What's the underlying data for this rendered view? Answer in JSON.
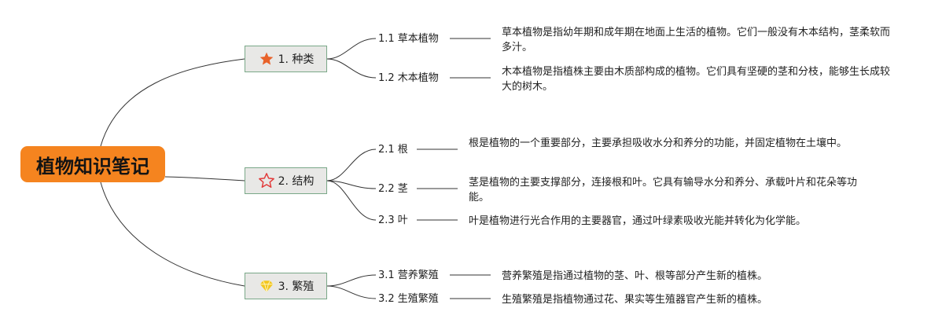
{
  "root": {
    "title": "植物知识笔记"
  },
  "colors": {
    "root_fill": "#f5841f",
    "topic_fill": "#e8e8e6",
    "topic_border": "#7aa888",
    "star_filled": "#e8622a",
    "star_outline": "#e23a3a",
    "gem": "#f2c61f"
  },
  "topics": [
    {
      "label": "1. 种类",
      "icon": "star-filled-icon",
      "children": [
        {
          "label": "1.1 草本植物",
          "desc": "草本植物是指幼年期和成年期在地面上生活的植物。它们一般没有木本结构，茎柔软而多汁。"
        },
        {
          "label": "1.2 木本植物",
          "desc": "木本植物是指植株主要由木质部构成的植物。它们具有坚硬的茎和分枝，能够生长成较大的树木。"
        }
      ]
    },
    {
      "label": "2. 结构",
      "icon": "star-outline-icon",
      "children": [
        {
          "label": "2.1 根",
          "desc": "根是植物的一个重要部分，主要承担吸收水分和养分的功能，并固定植物在土壤中。"
        },
        {
          "label": "2.2 茎",
          "desc": "茎是植物的主要支撑部分，连接根和叶。它具有输导水分和养分、承载叶片和花朵等功能。"
        },
        {
          "label": "2.3 叶",
          "desc": "叶是植物进行光合作用的主要器官，通过叶绿素吸收光能并转化为化学能。"
        }
      ]
    },
    {
      "label": "3. 繁殖",
      "icon": "gem-icon",
      "children": [
        {
          "label": "3.1 营养繁殖",
          "desc": "营养繁殖是指通过植物的茎、叶、根等部分产生新的植株。"
        },
        {
          "label": "3.2 生殖繁殖",
          "desc": "生殖繁殖是指植物通过花、果实等生殖器官产生新的植株。"
        }
      ]
    }
  ]
}
